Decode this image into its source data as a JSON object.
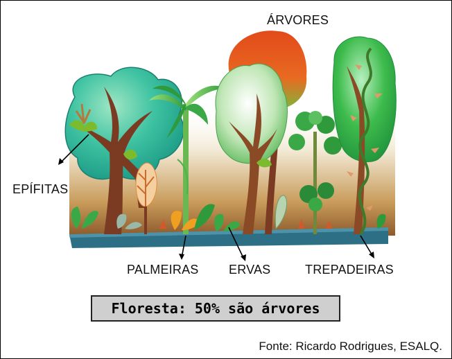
{
  "labels": {
    "arvores": "ÁRVORES",
    "epifitas": "EPÍFITAS",
    "palmeiras": "PALMEIRAS",
    "ervas": "ERVAS",
    "trepadeiras": "TREPADEIRAS"
  },
  "caption": "Floresta: 50% são árvores",
  "source": "Fonte: Ricardo Rodrigues, ESALQ.",
  "colors": {
    "ground": "#2d6f85",
    "trunk": "#7a3b22",
    "canopy_teal": "#2fb59a",
    "canopy_orange": "#e0531b",
    "canopy_green": "#2a9a3a",
    "caption_box": "#cfcfcf"
  }
}
